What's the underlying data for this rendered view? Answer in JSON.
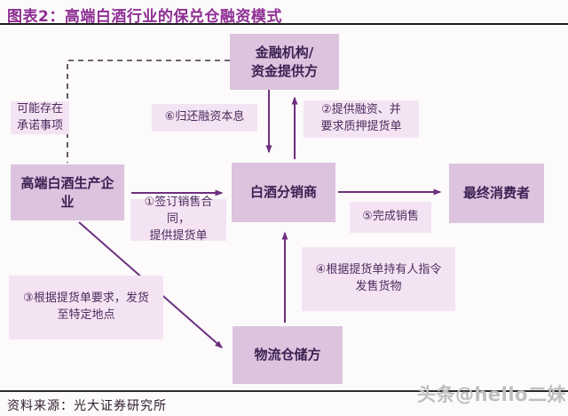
{
  "title": "图表2：高端白酒行业的保兑仓融资模式",
  "colors": {
    "accent_arrow": "#6d2f7e",
    "node_fill": "#dcc3de",
    "label_fill": "#f4e4f3",
    "node_text": "#3b2152",
    "title_text": "#8e2f93",
    "watermark_gray": "#bfbec0"
  },
  "nodes": {
    "financial": "金融机构/\n资金提供方",
    "producer": "高端白酒生产企\n业",
    "distributor": "白酒分销商",
    "consumer": "最终消费者",
    "logistics": "物流仓储方"
  },
  "labels": {
    "note": "可能存在\n承诺事项",
    "step1": "①签订销售合同，\n提供提货单",
    "step2": "②提供融资、并\n要求质押提货单",
    "step3": "③根据提货单要求，发货\n至特定地点",
    "step4": "④根据提货单持有人指令\n发售货物",
    "step5": "⑤完成销售",
    "step6": "⑥归还融资本息"
  },
  "footer": {
    "source": "资料来源：光大证券研究所",
    "watermark": "头条@hello二妹"
  }
}
